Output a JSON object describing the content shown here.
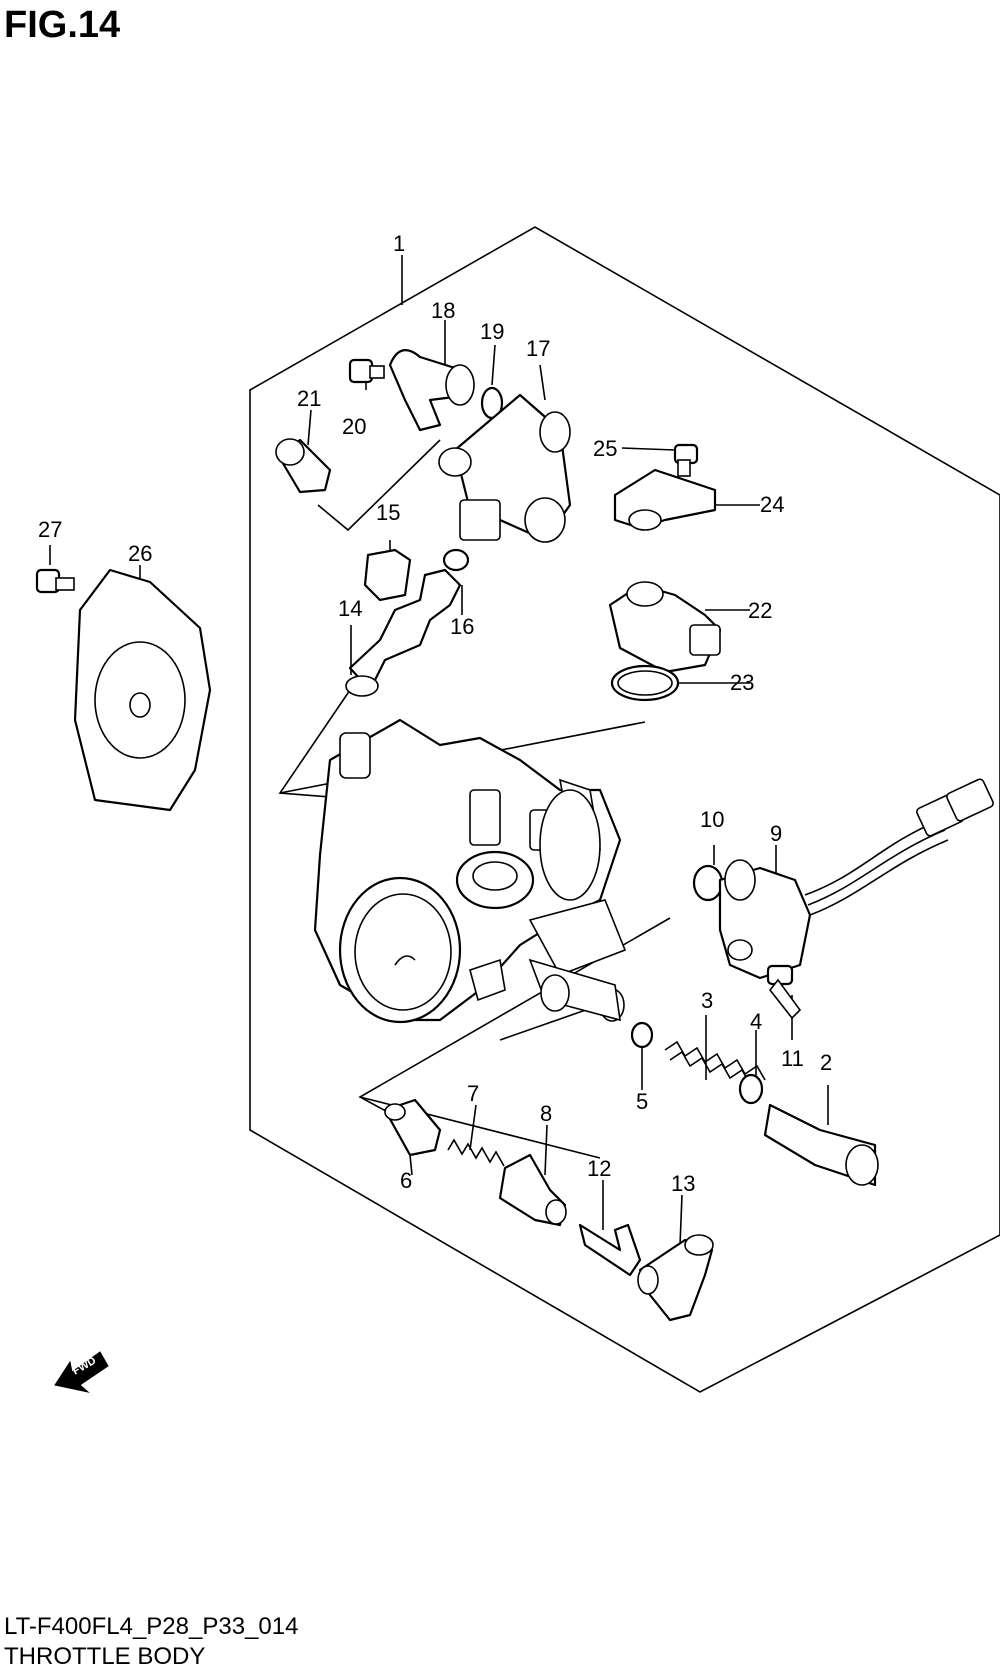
{
  "figure": {
    "title": "FIG.14",
    "code": "LT-F400FL4_P28_P33_014",
    "section": "THROTTLE BODY",
    "fwd_label": "FWD"
  },
  "callouts": [
    "1",
    "2",
    "3",
    "4",
    "5",
    "6",
    "7",
    "8",
    "9",
    "10",
    "11",
    "12",
    "13",
    "14",
    "15",
    "16",
    "17",
    "18",
    "19",
    "20",
    "21",
    "22",
    "23",
    "24",
    "25",
    "26",
    "27"
  ]
}
